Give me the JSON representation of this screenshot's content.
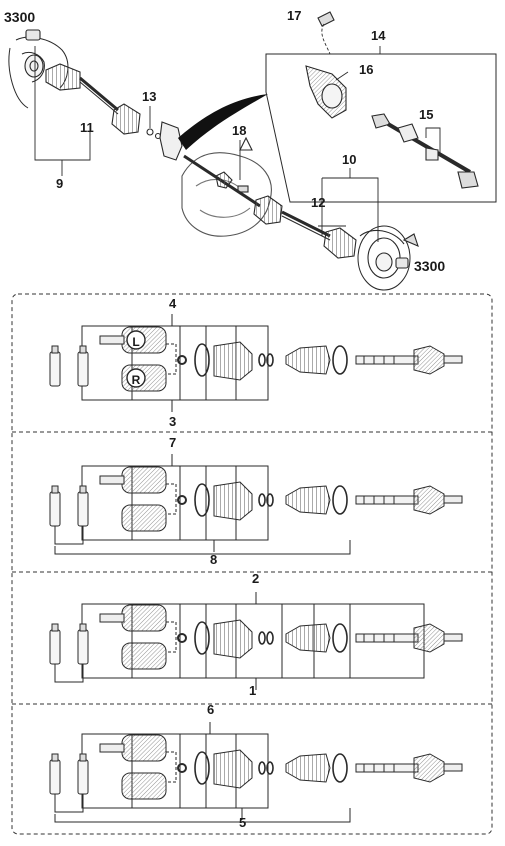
{
  "callouts": {
    "c3300_top": "3300",
    "c3300_right": "3300",
    "c17": "17",
    "c14": "14",
    "c16": "16",
    "c15": "15",
    "c13": "13",
    "c11": "11",
    "c9": "9",
    "c18": "18",
    "c10": "10",
    "c12": "12"
  },
  "panels": [
    {
      "top": "4",
      "bottom": "3",
      "tags": {
        "left": "L",
        "right": "R"
      }
    },
    {
      "top": "7",
      "bottom": "8"
    },
    {
      "top": "2",
      "bottom": "1"
    },
    {
      "top": "6",
      "bottom": "5"
    }
  ],
  "colors": {
    "line": "#2a2a2a",
    "hatch": "#6a6a6a",
    "light": "#d8d8d8",
    "wedge": "#111111"
  }
}
